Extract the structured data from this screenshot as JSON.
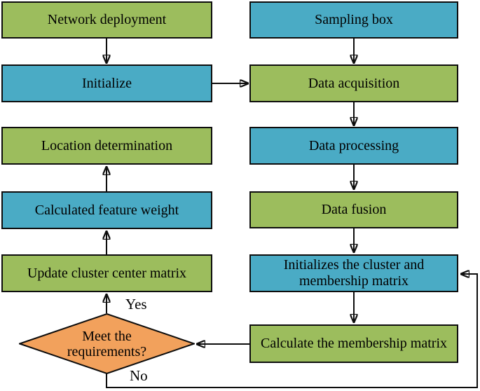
{
  "nodes": {
    "network_deployment": {
      "label": "Network deployment",
      "fill": "green"
    },
    "sampling_box": {
      "label": "Sampling box",
      "fill": "blue"
    },
    "initialize": {
      "label": "Initialize",
      "fill": "blue"
    },
    "data_acquisition": {
      "label": "Data acquisition",
      "fill": "green"
    },
    "location_determination": {
      "label": "Location determination",
      "fill": "green"
    },
    "data_processing": {
      "label": "Data processing",
      "fill": "blue"
    },
    "calculated_feature_weight": {
      "label": "Calculated feature weight",
      "fill": "blue"
    },
    "data_fusion": {
      "label": "Data fusion",
      "fill": "green"
    },
    "update_cluster_center_matrix": {
      "label": "Update cluster center matrix",
      "fill": "green"
    },
    "initializes_cluster_membership": {
      "label": "Initializes the cluster and membership matrix",
      "fill": "blue"
    },
    "calculate_membership_matrix": {
      "label": "Calculate the membership matrix",
      "fill": "green"
    },
    "decision": {
      "label": "Meet the requirements?",
      "fill": "orange"
    }
  },
  "edge_labels": {
    "yes": "Yes",
    "no": "No"
  },
  "edges": [
    {
      "from": "network_deployment",
      "to": "initialize"
    },
    {
      "from": "initialize",
      "to": "data_acquisition"
    },
    {
      "from": "sampling_box",
      "to": "data_acquisition"
    },
    {
      "from": "data_acquisition",
      "to": "data_processing"
    },
    {
      "from": "data_processing",
      "to": "data_fusion"
    },
    {
      "from": "data_fusion",
      "to": "initializes_cluster_membership"
    },
    {
      "from": "initializes_cluster_membership",
      "to": "calculate_membership_matrix"
    },
    {
      "from": "calculate_membership_matrix",
      "to": "decision"
    },
    {
      "from": "decision",
      "to": "update_cluster_center_matrix",
      "label": "Yes"
    },
    {
      "from": "update_cluster_center_matrix",
      "to": "calculated_feature_weight"
    },
    {
      "from": "calculated_feature_weight",
      "to": "location_determination"
    },
    {
      "from": "decision",
      "to": "initializes_cluster_membership",
      "label": "No"
    }
  ],
  "colors": {
    "green": "#9cbd5d",
    "blue": "#4aabc5",
    "orange": "#f2a15c",
    "line": "#000000",
    "text": "#000000"
  }
}
